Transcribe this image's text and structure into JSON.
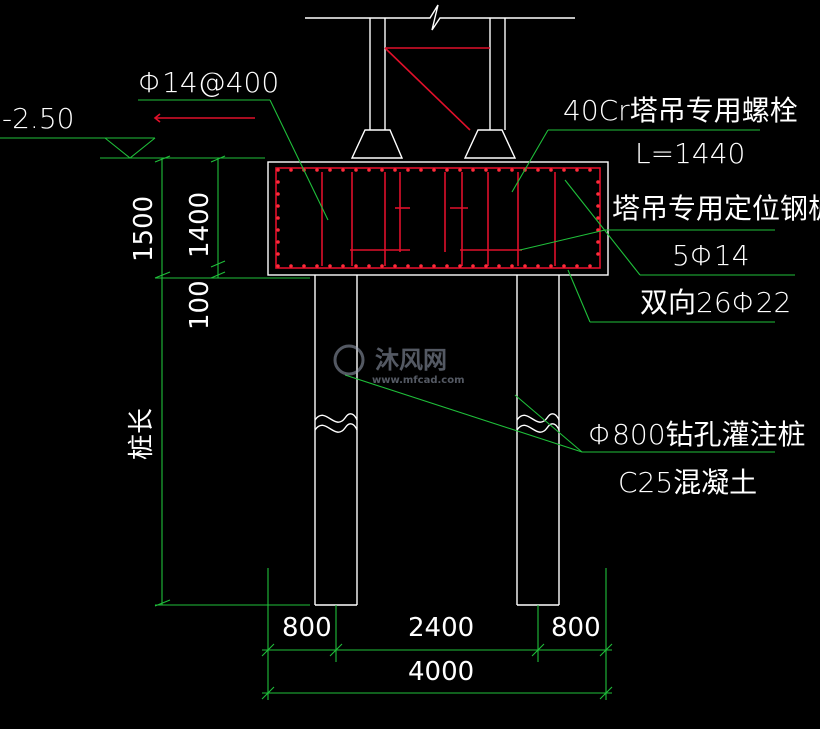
{
  "labels": {
    "elevation": "-2.50",
    "rebar_top": "Φ14@400",
    "bolt_name": "40Cr塔吊专用螺栓",
    "bolt_length": "L=1440",
    "plate_name": "塔吊专用定位钢板",
    "plate_rebar": "5Φ14",
    "twoway_rebar": "双向26Φ22",
    "pile_name": "Φ800钻孔灌注桩",
    "concrete": "C25混凝土",
    "pile_length": "桩长"
  },
  "dimensions": {
    "cap_height": "1500",
    "inner_height": "1400",
    "cover": "100",
    "left_pile": "800",
    "spacing": "2400",
    "right_pile": "800",
    "total_width": "4000"
  },
  "watermark": {
    "brand": "沐风网",
    "url": "www.mfcad.com"
  },
  "colors": {
    "background": "#000000",
    "outline": "#ffffff",
    "leader": "#1fbf3a",
    "rebar": "#e0102a"
  }
}
